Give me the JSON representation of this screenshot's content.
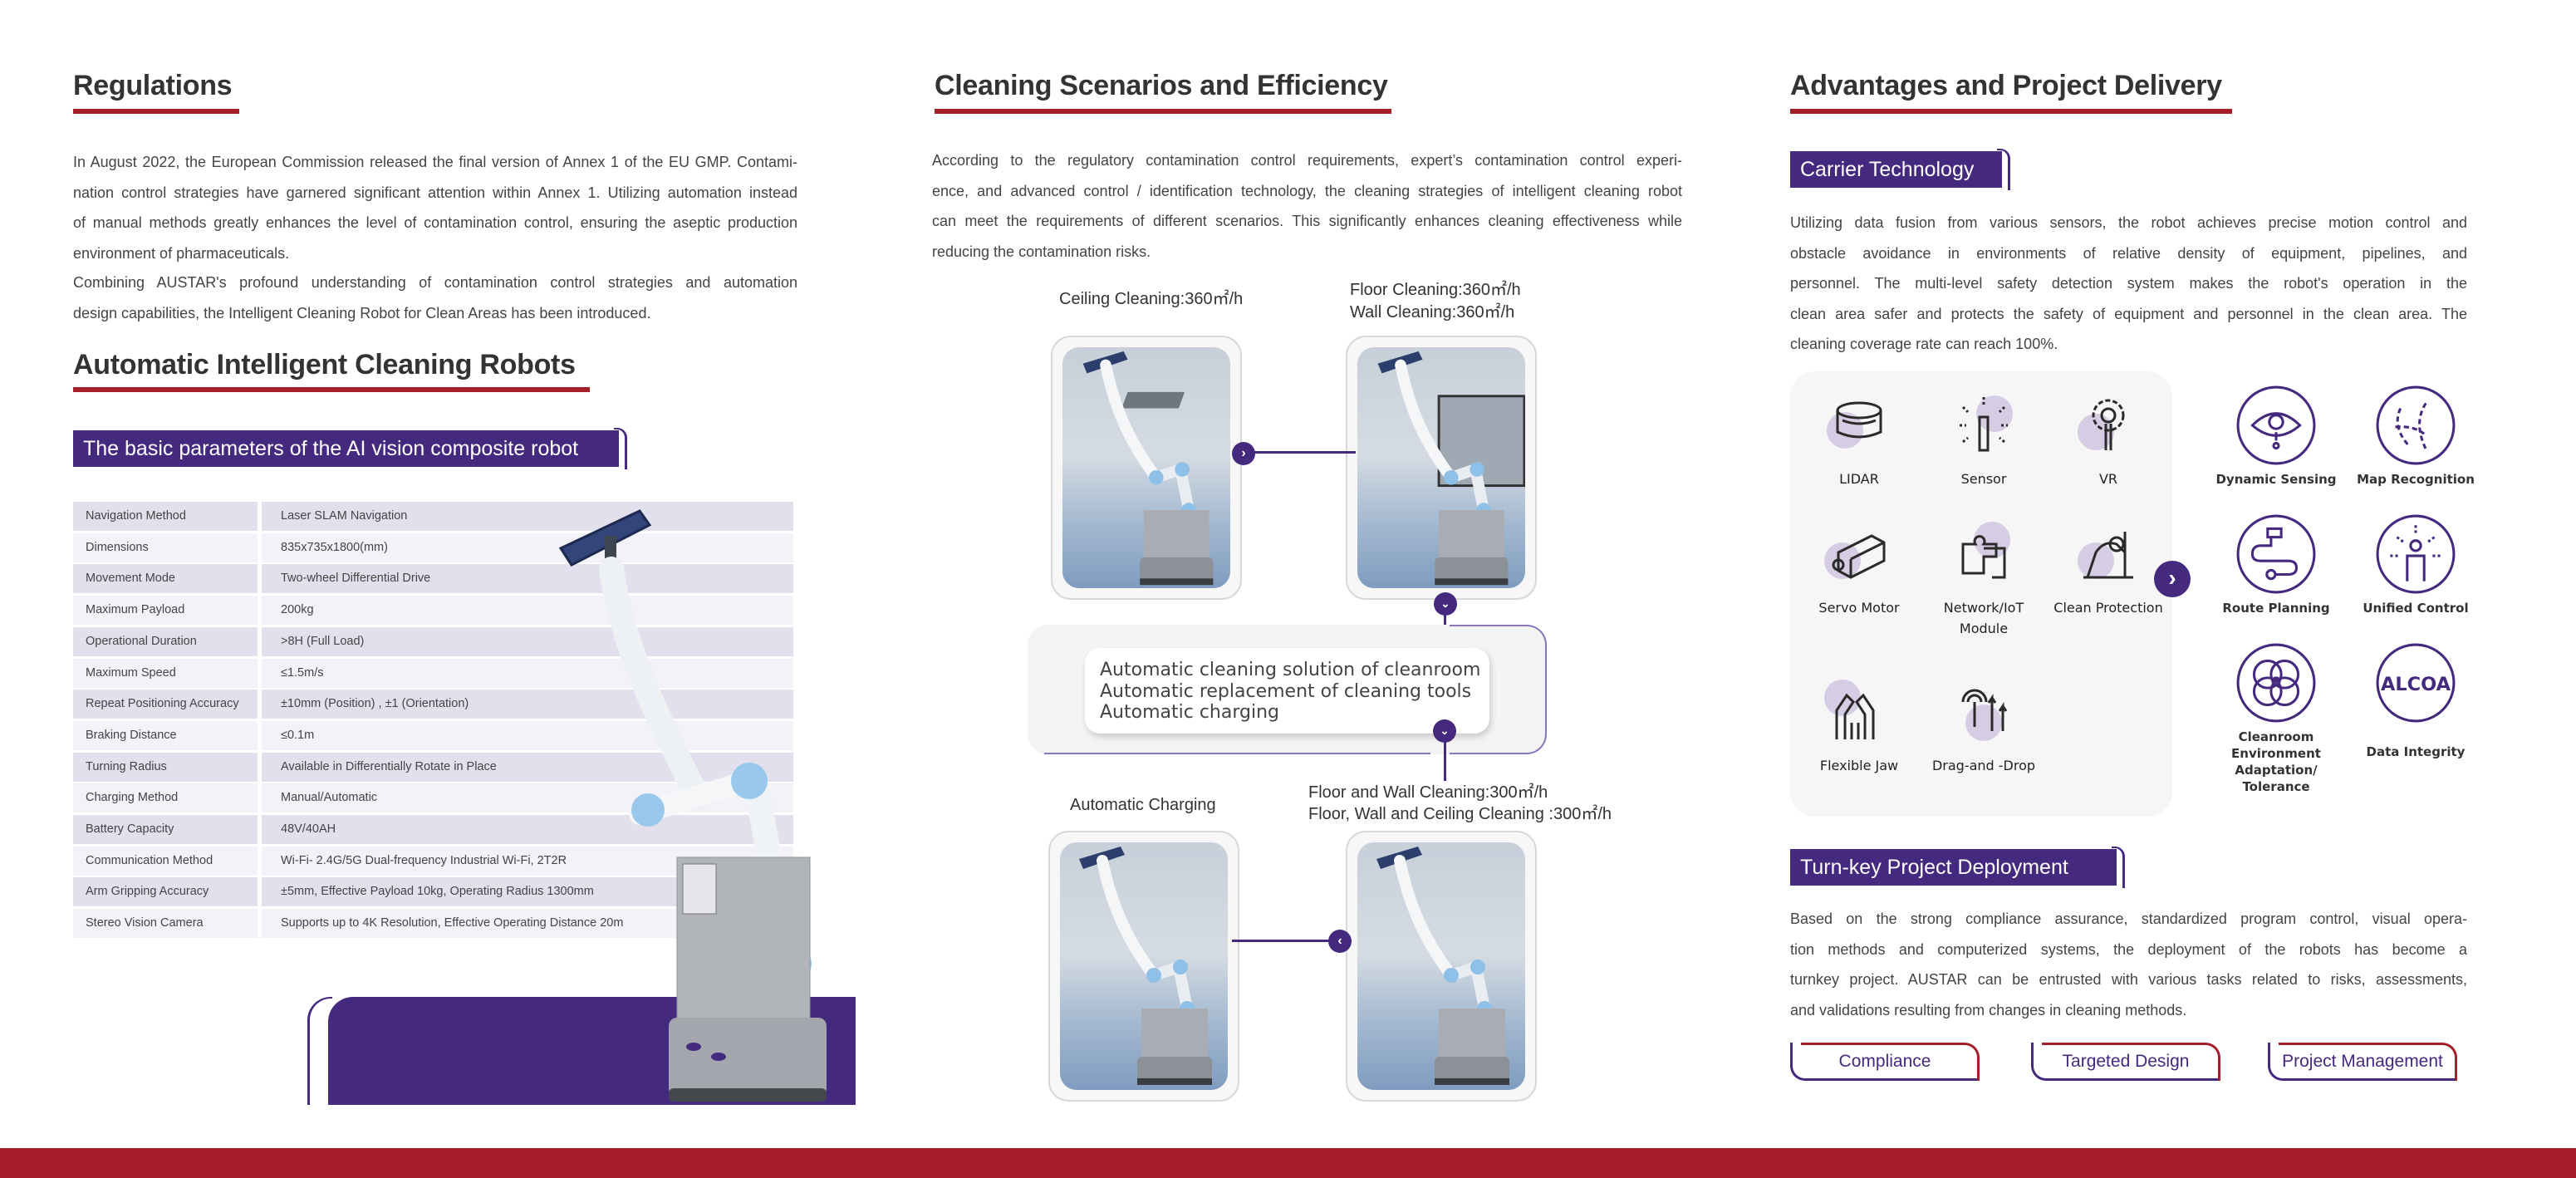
{
  "colors": {
    "brand_purple": "#45297f",
    "brand_red": "#a61e2a",
    "panel_gray": "#f4f4f4"
  },
  "regulations": {
    "title": "Regulations",
    "para1": [
      "In August 2022, the European Commission released the final version of Annex 1 of the EU GMP. Contami-",
      "nation control strategies have garnered significant attention within Annex 1. Utilizing automation instead",
      "of manual methods greatly enhances the level of contamination control, ensuring the aseptic production",
      "environment of pharmaceuticals."
    ],
    "para2": [
      "Combining AUSTAR's profound understanding of contamination control strategies and automation",
      "design capabilities, the Intelligent Cleaning Robot for Clean Areas has been introduced."
    ]
  },
  "robots": {
    "title": "Automatic Intelligent Cleaning Robots",
    "banner": "The basic parameters of the AI vision composite robot",
    "params": [
      {
        "label": "Navigation Method",
        "value": "Laser SLAM Navigation"
      },
      {
        "label": "Dimensions",
        "value": "835x735x1800(mm)"
      },
      {
        "label": "Movement Mode",
        "value": "Two-wheel Differential Drive"
      },
      {
        "label": "Maximum Payload",
        "value": "200kg"
      },
      {
        "label": "Operational Duration",
        "value": ">8H (Full Load)"
      },
      {
        "label": "Maximum Speed",
        "value": "≤1.5m/s"
      },
      {
        "label": "Repeat Positioning Accuracy",
        "value": "±10mm (Position) , ±1 (Orientation)"
      },
      {
        "label": "Braking Distance",
        "value": "≤0.1m"
      },
      {
        "label": "Turning Radius",
        "value": "Available in Differentially Rotate in Place"
      },
      {
        "label": "Charging Method",
        "value": "Manual/Automatic"
      },
      {
        "label": "Battery Capacity",
        "value": "48V/40AH"
      },
      {
        "label": "Communication Method",
        "value": "Wi-Fi- 2.4G/5G Dual-frequency Industrial Wi-Fi, 2T2R"
      },
      {
        "label": "Arm Gripping Accuracy",
        "value": "±5mm, Effective Payload 10kg, Operating Radius 1300mm"
      },
      {
        "label": "Stereo Vision Camera",
        "value": "Supports up to 4K Resolution, Effective Operating Distance 20m"
      }
    ]
  },
  "scenarios": {
    "title": "Cleaning Scenarios and Efficiency",
    "para": [
      "According to the regulatory contamination control requirements, expert’s contamination control experi-",
      "ence, and advanced control / identification technology, the cleaning strategies of intelligent cleaning robot",
      "can meet the requirements of different scenarios. This significantly enhances cleaning effectiveness while",
      "reducing the contamination risks."
    ],
    "ceiling": "Ceiling Cleaning:360㎡/h",
    "floor": "Floor Cleaning:360㎡/h",
    "wall": "Wall Cleaning:360㎡/h",
    "center_lines": [
      "Automatic cleaning solution of cleanroom",
      "Automatic replacement of cleaning tools",
      "Automatic charging"
    ],
    "charging": "Automatic Charging",
    "floor_wall": "Floor and Wall Cleaning:300㎡/h",
    "floor_wall_ceiling": "Floor, Wall and Ceiling Cleaning :300㎡/h"
  },
  "advantages": {
    "title": "Advantages and Project Delivery",
    "carrier_banner": "Carrier Technology",
    "carrier_para": [
      "Utilizing data fusion from various sensors, the robot achieves precise motion control and",
      "obstacle avoidance in environments of relative density of equipment, pipelines, and",
      "personnel. The multi-level safety detection system makes the robot's operation in the",
      "clean area safer and protects the safety of equipment and personnel in the clean area. The",
      "cleaning coverage rate can reach 100%."
    ],
    "tech_items": [
      {
        "label": "LIDAR",
        "icon": "lidar-icon"
      },
      {
        "label": "Sensor",
        "icon": "sensor-icon"
      },
      {
        "label": "VR",
        "icon": "vr-gear-icon"
      },
      {
        "label": "Servo Motor",
        "icon": "servo-motor-icon"
      },
      {
        "label": "Network/IoT Module",
        "icon": "puzzle-icon"
      },
      {
        "label": "Clean Protection",
        "icon": "clean-protection-icon"
      },
      {
        "label": "Flexible Jaw",
        "icon": "flexible-jaw-icon"
      },
      {
        "label": "Drag-and -Drop",
        "icon": "drag-drop-icon"
      }
    ],
    "capabilities": [
      {
        "label": "Dynamic Sensing",
        "icon": "eye-icon"
      },
      {
        "label": "Map Recognition",
        "icon": "map-icon"
      },
      {
        "label": "Route Planning",
        "icon": "route-icon"
      },
      {
        "label": "Unified Control",
        "icon": "person-control-icon"
      },
      {
        "label": "Cleanroom Environment Adaptation/ Tolerance",
        "icon": "overlap-circles-icon"
      },
      {
        "label": "Data Integrity",
        "icon": "alcoa-icon",
        "badge": "ALCOA"
      }
    ],
    "turnkey_banner": "Turn-key Project Deployment",
    "turnkey_para": [
      "Based on the strong compliance assurance, standardized program control, visual opera-",
      "tion methods and computerized systems, the deployment of the robots has become a",
      "turnkey project. AUSTAR can be entrusted with various tasks related to risks, assessments,",
      "and validations resulting from changes in cleaning methods."
    ],
    "tags": [
      "Compliance",
      "Targeted Design",
      "Project Management"
    ]
  }
}
